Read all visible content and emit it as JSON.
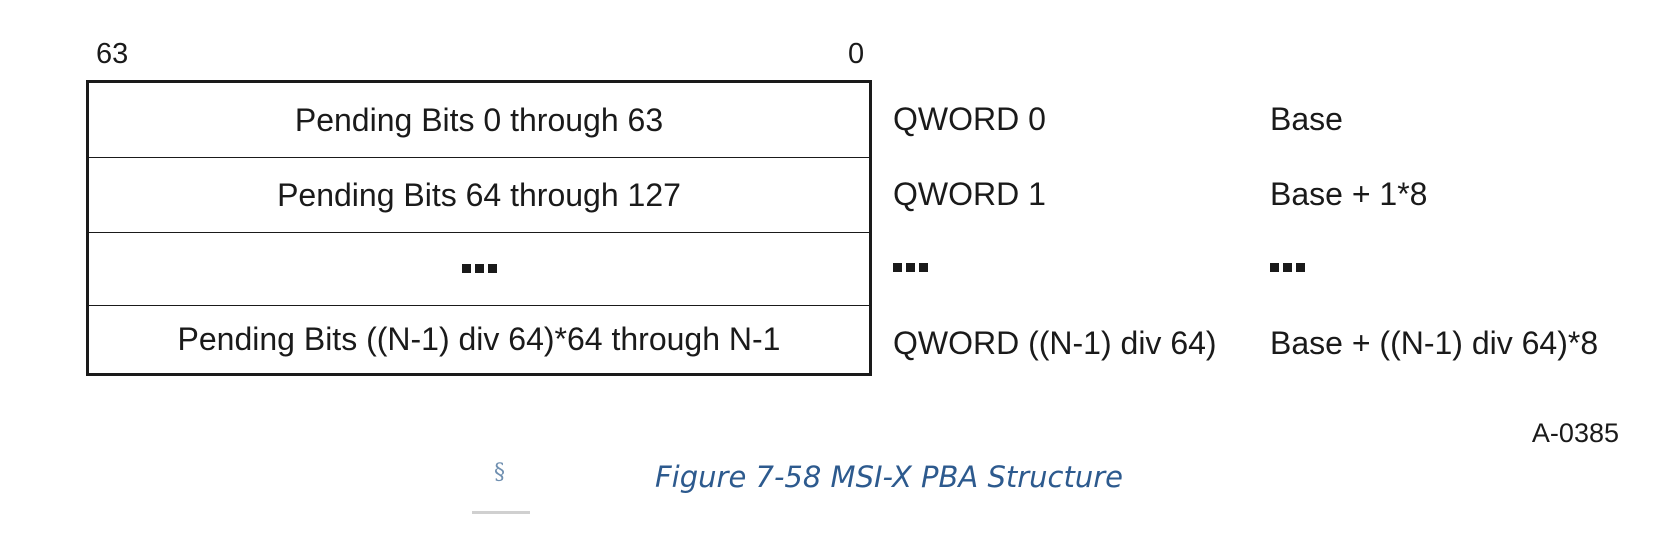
{
  "bit_range": {
    "high": "63",
    "low": "0"
  },
  "rows": [
    {
      "content": "Pending Bits 0 through 63",
      "qword": "QWORD 0",
      "address": "Base"
    },
    {
      "content": "Pending Bits 64 through 127",
      "qword": "QWORD 1",
      "address": "Base + 1*8"
    },
    {
      "content": "ellipsis",
      "qword": "ellipsis",
      "address": "ellipsis"
    },
    {
      "content": "Pending Bits ((N-1) div 64)*64 through N-1",
      "qword": "QWORD ((N-1) div 64)",
      "address": "Base + ((N-1) div 64)*8"
    }
  ],
  "figure_id": "A-0385",
  "section_mark": "§",
  "caption": "Figure 7-58 MSI-X PBA Structure"
}
